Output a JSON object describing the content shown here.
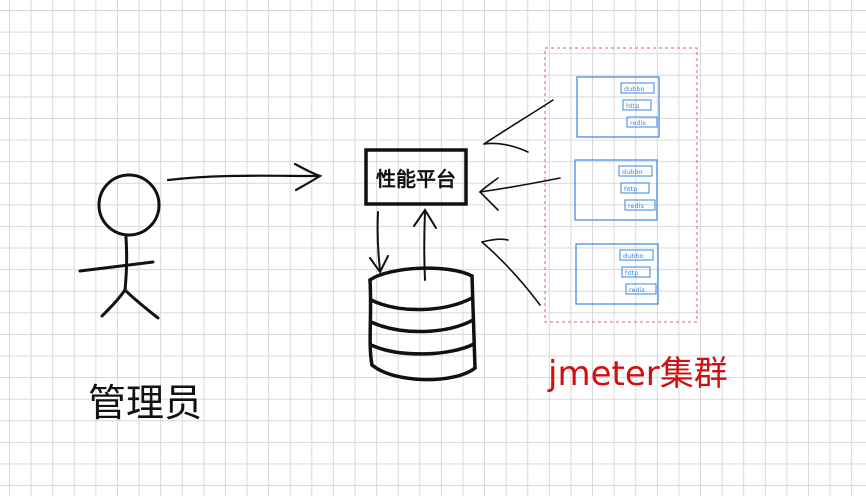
{
  "nodes": {
    "admin": {
      "label": "管理员"
    },
    "platform": {
      "label": "性能平台"
    },
    "cluster": {
      "label": "jmeter集群"
    }
  },
  "machines": [
    {
      "protocols": [
        "dubbo",
        "http",
        "redis"
      ]
    },
    {
      "protocols": [
        "dubbo",
        "http",
        "redis"
      ]
    },
    {
      "protocols": [
        "dubbo",
        "http",
        "redis"
      ]
    }
  ],
  "colors": {
    "ink": "#111111",
    "cluster_label": "#d01010",
    "cluster_border": "#e06060",
    "machine_blue": "#3a86e0"
  }
}
